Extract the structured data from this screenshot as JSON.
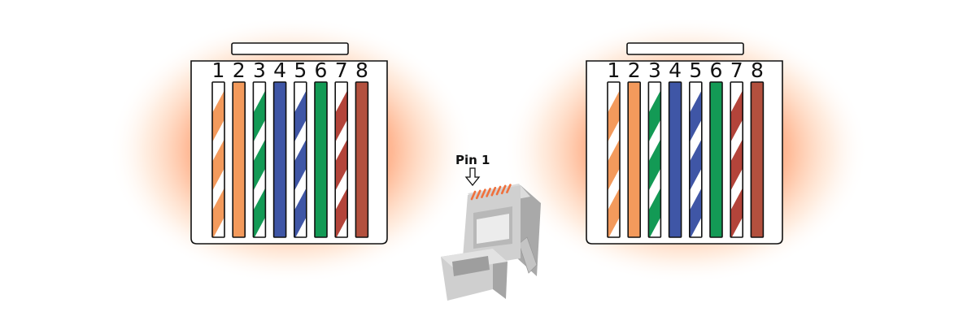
{
  "diagram": {
    "pin_label": "Pin 1",
    "connectors": [
      {
        "pins": [
          {
            "number": "1",
            "base": "#ffffff",
            "stripe": "#f39a5c",
            "striped": true
          },
          {
            "number": "2",
            "base": "#f39a5c",
            "stripe": "",
            "striped": false
          },
          {
            "number": "3",
            "base": "#ffffff",
            "stripe": "#139a55",
            "striped": true
          },
          {
            "number": "4",
            "base": "#3f56a6",
            "stripe": "",
            "striped": false
          },
          {
            "number": "5",
            "base": "#ffffff",
            "stripe": "#3f56a6",
            "striped": true
          },
          {
            "number": "6",
            "base": "#139a55",
            "stripe": "",
            "striped": false
          },
          {
            "number": "7",
            "base": "#ffffff",
            "stripe": "#b3443a",
            "striped": true
          },
          {
            "number": "8",
            "base": "#b3503e",
            "stripe": "",
            "striped": false
          }
        ]
      },
      {
        "pins": [
          {
            "number": "1",
            "base": "#ffffff",
            "stripe": "#f39a5c",
            "striped": true
          },
          {
            "number": "2",
            "base": "#f39a5c",
            "stripe": "",
            "striped": false
          },
          {
            "number": "3",
            "base": "#ffffff",
            "stripe": "#139a55",
            "striped": true
          },
          {
            "number": "4",
            "base": "#3f56a6",
            "stripe": "",
            "striped": false
          },
          {
            "number": "5",
            "base": "#ffffff",
            "stripe": "#3f56a6",
            "striped": true
          },
          {
            "number": "6",
            "base": "#139a55",
            "stripe": "",
            "striped": false
          },
          {
            "number": "7",
            "base": "#ffffff",
            "stripe": "#b3443a",
            "striped": true
          },
          {
            "number": "8",
            "base": "#b3503e",
            "stripe": "",
            "striped": false
          }
        ]
      }
    ],
    "colors": {
      "glow": "#ff7a3a",
      "outline": "#111111",
      "plug_body": "#d2d2d2",
      "plug_contacts": "#f0703c"
    }
  }
}
